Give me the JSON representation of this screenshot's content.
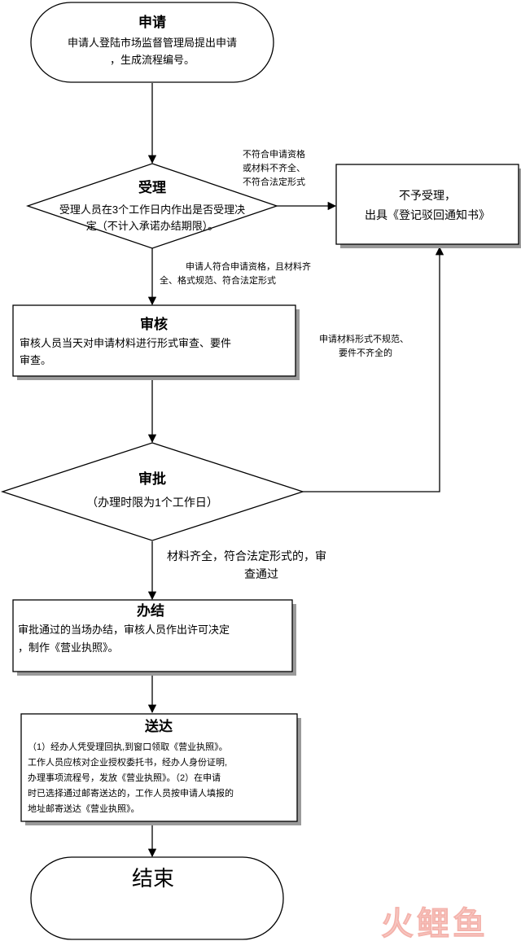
{
  "nodes": {
    "apply": {
      "title": "申请",
      "lines": [
        "申请人登陆市场监督管理局提出申请",
        "，生成流程编号。"
      ]
    },
    "accept": {
      "title": "受理",
      "lines": [
        "受理人员在3个工作日内作出是否受理决",
        "定（不计入承诺办结期限）。"
      ]
    },
    "reject": {
      "lines": [
        "不予受理，",
        "出具《登记驳回通知书》"
      ]
    },
    "review": {
      "title": "审核",
      "lines": [
        "审核人员当天对申请材料进行形式审查、要件",
        "审查。"
      ]
    },
    "approve": {
      "title": "审批",
      "lines": [
        "（办理时限为1个工作日）"
      ]
    },
    "complete": {
      "title": "办结",
      "lines": [
        "审批通过的当场办结，审核人员作出许可决定",
        "，制作《营业执照》。"
      ]
    },
    "deliver": {
      "title": "送达",
      "lines": [
        "（1）经办人凭受理回执,到窗口领取《营业执照》。",
        "工作人员应核对企业授权委托书，经办人身份证明,",
        "办理事项流程号，发放《营业执照》。（2）在申请",
        "时已选择通过邮寄送达的，工作人员按申请人填报的",
        "地址邮寄送达《营业执照》。"
      ]
    },
    "end": {
      "title": "结束"
    }
  },
  "edges": {
    "reject_condition": [
      "不符合申请资格",
      "或材料不齐全、",
      "不符合法定形式"
    ],
    "accept_condition": [
      "申请人符合申请资格，且材料齐",
      "全、格式规范、符合法定形式"
    ],
    "return_condition": [
      "申请材料形式不规范、",
      "要件不齐全的"
    ],
    "approve_condition": [
      "材料齐全，符合法定形式的，审",
      "查通过"
    ]
  },
  "watermark": {
    "text": "火鲤鱼"
  }
}
